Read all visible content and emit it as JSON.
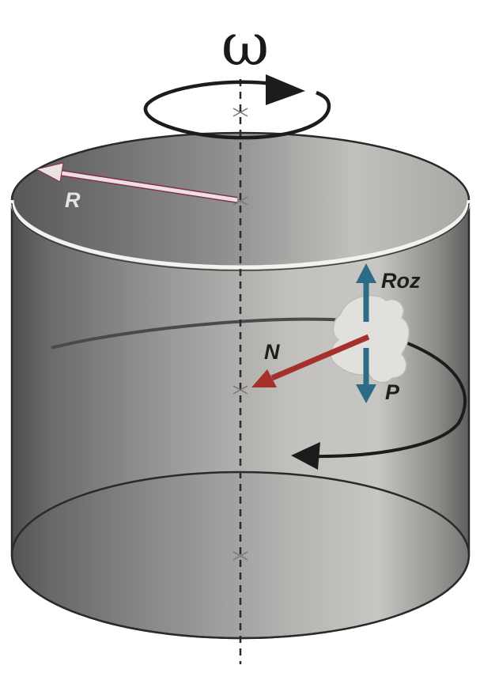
{
  "labels": {
    "omega": "ω",
    "radius": "R",
    "friction": "Roz",
    "normal": "N",
    "weight": "P"
  },
  "colors": {
    "radius_arrow": "#e9e2e0",
    "radius_edge": "#8a2c52",
    "force_vertical": "#2d6c86",
    "force_normal": "#a6302c",
    "axis": "#2b2b2b",
    "rotation": "#1c1c1c",
    "body_outline": "#2a2a2a"
  },
  "icons": {
    "rotation": "curved-rotation-arrow-icon",
    "path": "circular-path-arrow-icon"
  }
}
